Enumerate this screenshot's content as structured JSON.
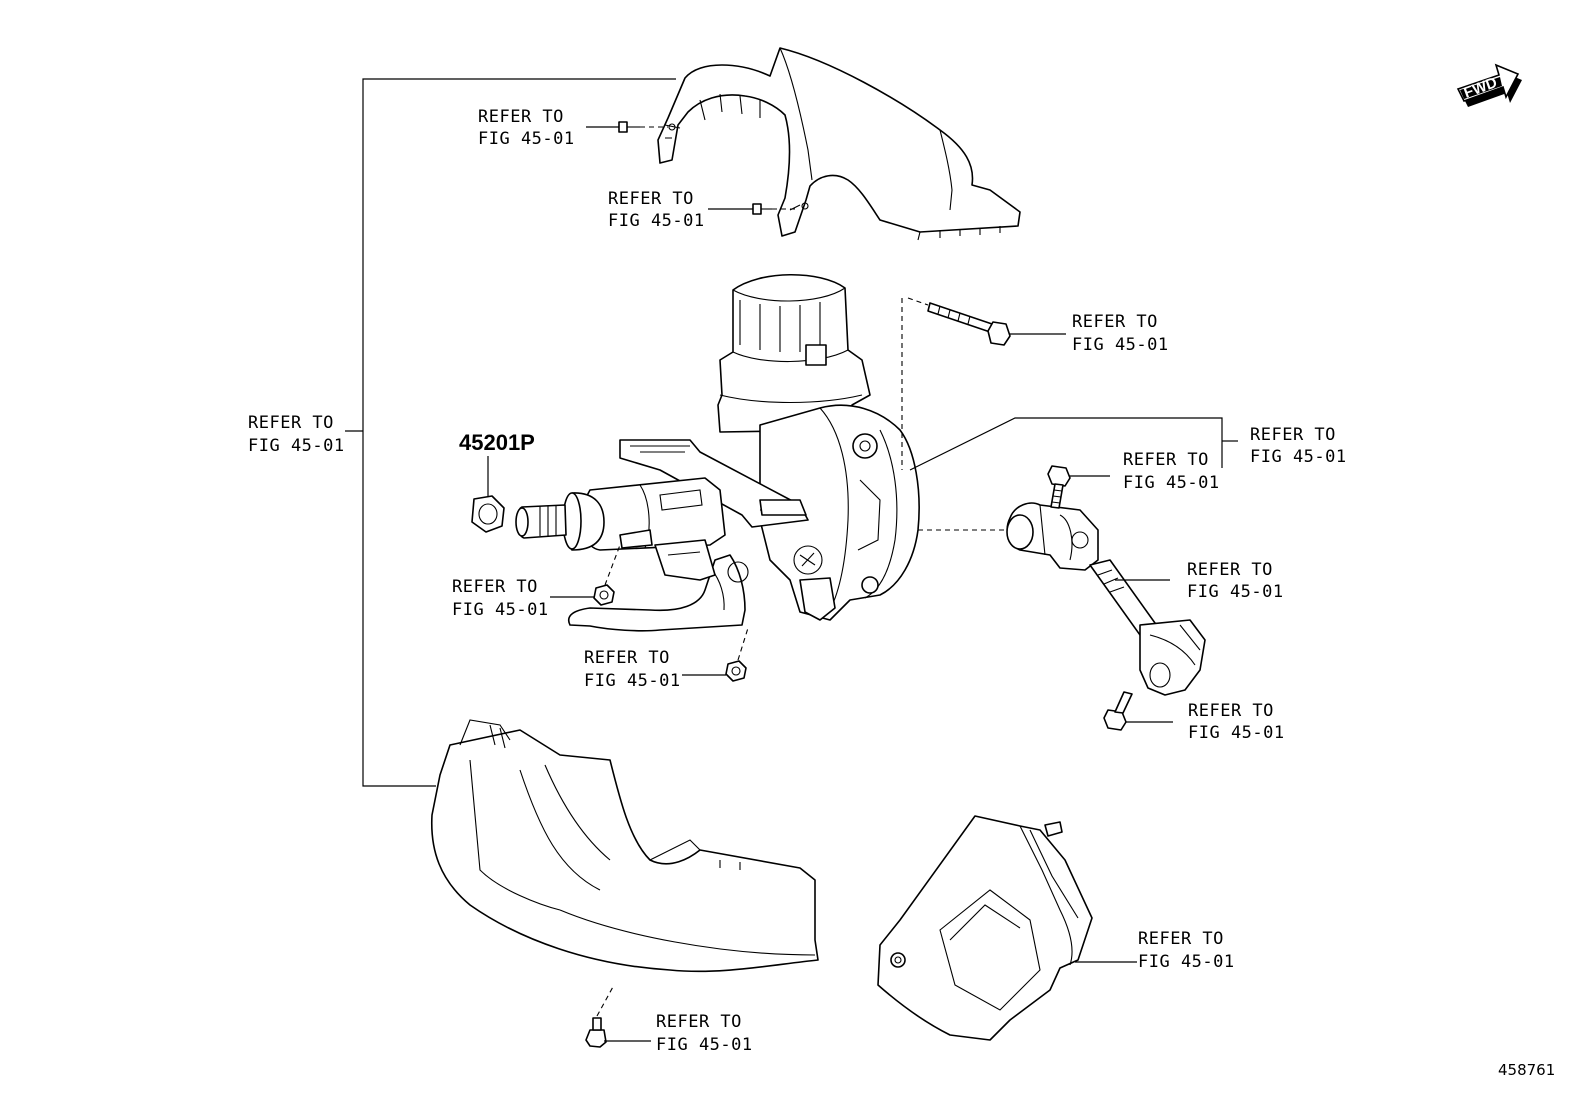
{
  "direction_marker": {
    "label": "FWD"
  },
  "part_number": "45201P",
  "document_number": "458761",
  "callouts": [
    {
      "id": "upper-cover-screw-a",
      "line1": "REFER TO",
      "line2": "FIG 45-01"
    },
    {
      "id": "upper-cover-screw-b",
      "line1": "REFER TO",
      "line2": "FIG 45-01"
    },
    {
      "id": "column-covers",
      "line1": "REFER TO",
      "line2": "FIG 45-01"
    },
    {
      "id": "column-bolt",
      "line1": "REFER TO",
      "line2": "FIG 45-01"
    },
    {
      "id": "column-assembly",
      "line1": "REFER TO",
      "line2": "FIG 45-01"
    },
    {
      "id": "joint-bolt",
      "line1": "REFER TO",
      "line2": "FIG 45-01"
    },
    {
      "id": "intermediate-shaft",
      "line1": "REFER TO",
      "line2": "FIG 45-01"
    },
    {
      "id": "column-nut-left",
      "line1": "REFER TO",
      "line2": "FIG 45-01"
    },
    {
      "id": "column-nut-lower",
      "line1": "REFER TO",
      "line2": "FIG 45-01"
    },
    {
      "id": "lower-joint-bolt",
      "line1": "REFER TO",
      "line2": "FIG 45-01"
    },
    {
      "id": "hole-cover",
      "line1": "REFER TO",
      "line2": "FIG 45-01"
    },
    {
      "id": "lower-cover-screw",
      "line1": "REFER TO",
      "line2": "FIG 45-01"
    }
  ]
}
